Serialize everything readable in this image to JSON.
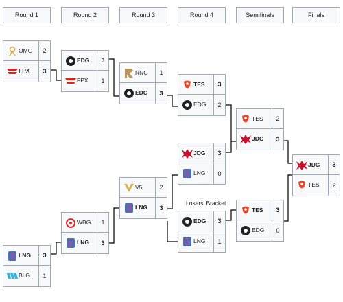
{
  "rounds": [
    "Round 1",
    "Round 2",
    "Round 3",
    "Round 4",
    "Semifinals",
    "Finals"
  ],
  "losers_label": "Losers' Bracket",
  "matches": {
    "r1a": {
      "top": {
        "team": "OMG",
        "score": "2",
        "win": false,
        "logo": "omg-logo"
      },
      "bot": {
        "team": "FPX",
        "score": "3",
        "win": true,
        "logo": "fpx-logo"
      }
    },
    "r1b": {
      "top": {
        "team": "LNG",
        "score": "3",
        "win": true,
        "logo": "lng-logo"
      },
      "bot": {
        "team": "BLG",
        "score": "1",
        "win": false,
        "logo": "blg-logo"
      }
    },
    "r2a": {
      "top": {
        "team": "EDG",
        "score": "3",
        "win": true,
        "logo": "edg-logo"
      },
      "bot": {
        "team": "FPX",
        "score": "1",
        "win": false,
        "logo": "fpx-logo"
      }
    },
    "r2b": {
      "top": {
        "team": "WBG",
        "score": "1",
        "win": false,
        "logo": "wbg-logo"
      },
      "bot": {
        "team": "LNG",
        "score": "3",
        "win": true,
        "logo": "lng-logo"
      }
    },
    "r3a": {
      "top": {
        "team": "RNG",
        "score": "1",
        "win": false,
        "logo": "rng-logo"
      },
      "bot": {
        "team": "EDG",
        "score": "3",
        "win": true,
        "logo": "edg-logo"
      }
    },
    "r3b": {
      "top": {
        "team": "V5",
        "score": "2",
        "win": false,
        "logo": "v5-logo"
      },
      "bot": {
        "team": "LNG",
        "score": "3",
        "win": true,
        "logo": "lng-logo"
      }
    },
    "r4a": {
      "top": {
        "team": "TES",
        "score": "3",
        "win": true,
        "logo": "tes-logo"
      },
      "bot": {
        "team": "EDG",
        "score": "2",
        "win": false,
        "logo": "edg-logo"
      }
    },
    "r4b": {
      "top": {
        "team": "JDG",
        "score": "3",
        "win": true,
        "logo": "jdg-logo"
      },
      "bot": {
        "team": "LNG",
        "score": "0",
        "win": false,
        "logo": "lng-logo"
      }
    },
    "r4c": {
      "top": {
        "team": "EDG",
        "score": "3",
        "win": true,
        "logo": "edg-logo"
      },
      "bot": {
        "team": "LNG",
        "score": "1",
        "win": false,
        "logo": "lng-logo"
      }
    },
    "sfa": {
      "top": {
        "team": "TES",
        "score": "2",
        "win": false,
        "logo": "tes-logo"
      },
      "bot": {
        "team": "JDG",
        "score": "3",
        "win": true,
        "logo": "jdg-logo"
      }
    },
    "sfb": {
      "top": {
        "team": "TES",
        "score": "3",
        "win": true,
        "logo": "tes-logo"
      },
      "bot": {
        "team": "EDG",
        "score": "0",
        "win": false,
        "logo": "edg-logo"
      }
    },
    "fin": {
      "top": {
        "team": "JDG",
        "score": "3",
        "win": true,
        "logo": "jdg-logo"
      },
      "bot": {
        "team": "TES",
        "score": "2",
        "win": false,
        "logo": "tes-logo"
      }
    }
  },
  "colors": {
    "border": "#a2a9b1",
    "cell_bg": "#f8f9fa",
    "line": "#000000"
  }
}
